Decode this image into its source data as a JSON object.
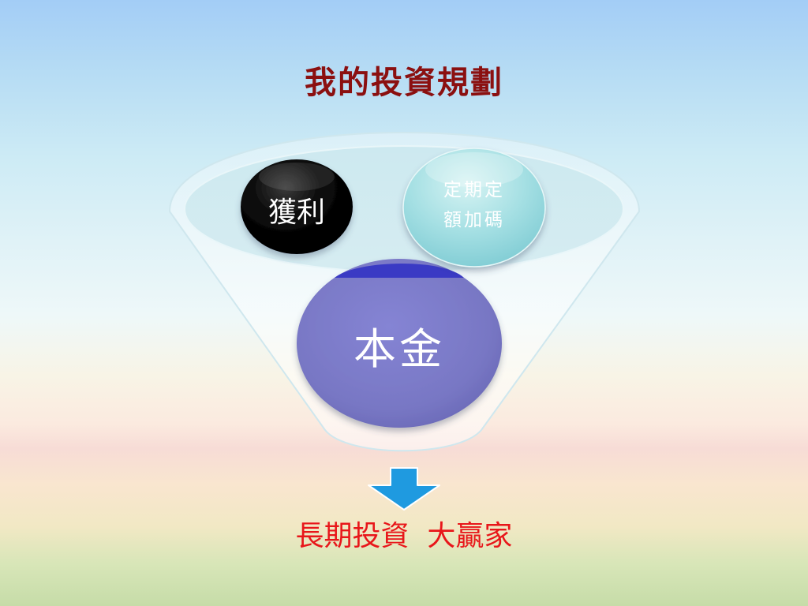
{
  "slide": {
    "title": "我的投資規劃",
    "funnel": {
      "profit_label": "獲利",
      "fixed_label_line1": "定期定",
      "fixed_label_line2": "額加碼",
      "principal_label": "本金"
    },
    "arrow_icon": "down-arrow-icon",
    "bottom_text": "長期投資  大贏家"
  },
  "colors": {
    "title": "#8b1010",
    "bottom_text": "#e8161a",
    "arrow": "#1f9ae0",
    "profit_ball": "#000000",
    "fixed_ball": "#8fd6dc",
    "principal_ball": "#7b7ac8"
  }
}
